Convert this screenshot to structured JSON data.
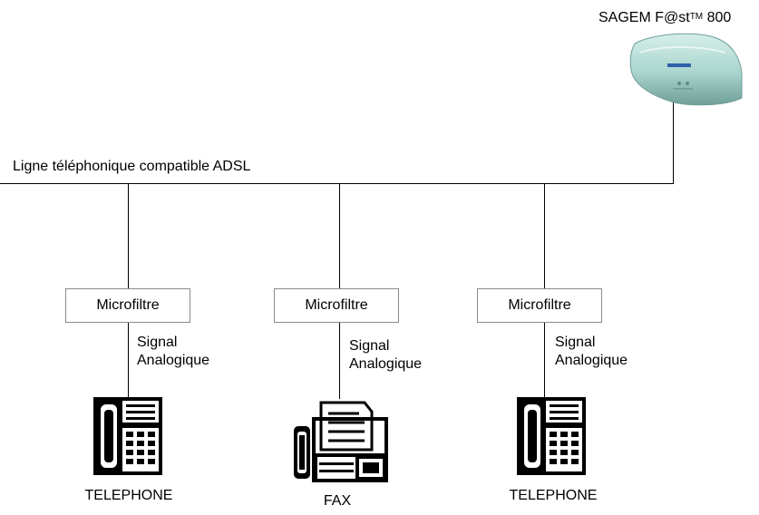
{
  "modem": {
    "label_prefix": "SAGEM F@st",
    "label_sup": "TM",
    "label_suffix": " 800"
  },
  "line": {
    "label": "Ligne téléphonique compatible ADSL"
  },
  "branches": [
    {
      "filter_label": "Microfiltre",
      "signal_line1": "Signal",
      "signal_line2": "Analogique",
      "device_label": "TELEPHONE",
      "device_icon": "telephone-icon"
    },
    {
      "filter_label": "Microfiltre",
      "signal_line1": "Signal",
      "signal_line2": "Analogique",
      "device_label": "FAX",
      "device_icon": "fax-icon"
    },
    {
      "filter_label": "Microfiltre",
      "signal_line1": "Signal",
      "signal_line2": "Analogique",
      "device_label": "TELEPHONE",
      "device_icon": "telephone-icon"
    }
  ],
  "colors": {
    "line": "#000000",
    "box_border": "#8a8a8a",
    "modem_body": "#a9d4cd"
  }
}
